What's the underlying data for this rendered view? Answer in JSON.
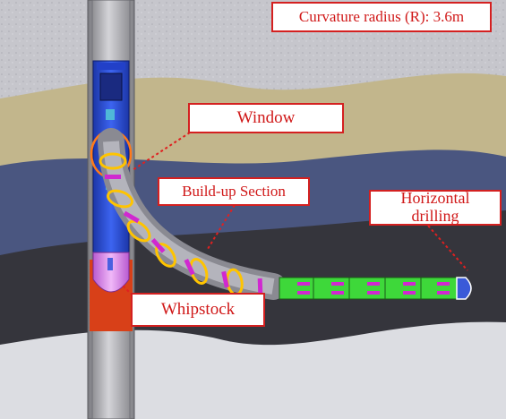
{
  "labels": {
    "curvature": "Curvature radius (R): 3.6m",
    "window": "Window",
    "buildup": "Build-up Section",
    "horizontal_line1": "Horizontal",
    "horizontal_line2": "drilling",
    "whipstock": "Whipstock"
  },
  "colors": {
    "sky_rock": "#c6c6cc",
    "tan_layer": "#c2b68c",
    "blue_layer": "#4a5680",
    "dark_layer": "#3a3a40",
    "bottom_layer": "#dcdde2",
    "casing": "#a9a9ad",
    "accent_red": "#d42020",
    "tool_blue": "#2a4fd8",
    "lateral_green": "#3ed83a"
  }
}
